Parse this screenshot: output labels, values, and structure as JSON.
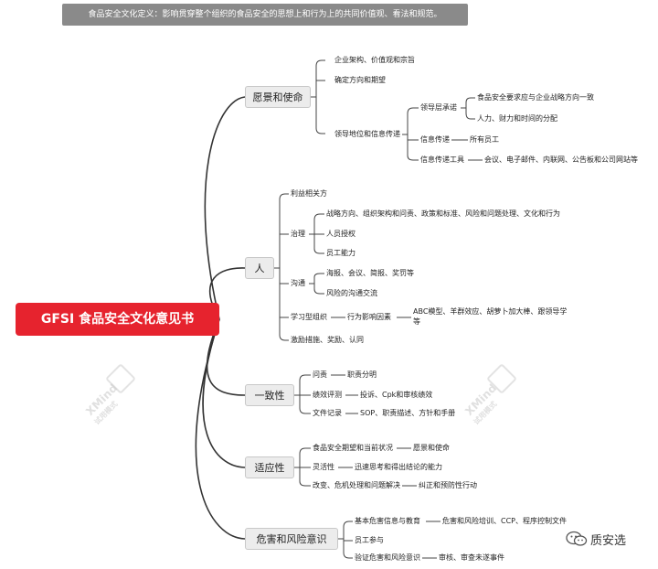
{
  "banner": "食品安全文化定义：影响贯穿整个组织的食品安全的思想上和行为上的共同价值观、看法和规范。",
  "central": "GFSI 食品安全文化意见书",
  "branches": {
    "vision": {
      "label": "愿景和使命",
      "c1": "企业架构、价值观和宗旨",
      "c2": "确定方向和期望",
      "c3": "领导地位和信息传递",
      "c3a": "领导层承诺",
      "c3a1": "食品安全要求应与企业战略方向一致",
      "c3a2": "人力、财力和时间的分配",
      "c3b": "信息传递",
      "c3b1": "所有员工",
      "c3c": "信息传递工具",
      "c3c1": "会议、电子邮件、内联网、公告板和公司网站等"
    },
    "people": {
      "label": "人",
      "c1": "利益相关方",
      "c2": "治理",
      "c2a": "战略方向、组织架构和问责、政策和标准、风险和问题处理、文化和行为",
      "c2b": "人员授权",
      "c2c": "员工能力",
      "c3": "沟通",
      "c3a": "海报、会议、简报、奖罚等",
      "c3b": "风险的沟通交流",
      "c4": "学习型组织",
      "c4a": "行为影响因素",
      "c4a1_line1": "ABC模型、羊群效应、胡萝卜加大棒、跟领导学",
      "c4a1_line2": "等",
      "c5": "激励措施、奖励、认同"
    },
    "consistency": {
      "label": "一致性",
      "c1": "问责",
      "c1a": "职责分明",
      "c2": "绩效评测",
      "c2a": "投诉、Cpk和审核绩效",
      "c3": "文件记录",
      "c3a": "SOP、职责描述、方针和手册"
    },
    "adaptability": {
      "label": "适应性",
      "c1": "食品安全期望和当前状况",
      "c1a": "愿景和使命",
      "c2": "灵活性",
      "c2a": "迅速思考和得出结论的能力",
      "c3": "改变、危机处理和问题解决",
      "c3a": "纠正和预防性行动"
    },
    "hazard": {
      "label": "危害和风险意识",
      "c1": "基本危害信息与教育",
      "c1a": "危害和风险培训、CCP、程序控制文件",
      "c2": "员工参与",
      "c3": "验证危害和风险意识",
      "c3a": "审核、审查未遂事件"
    }
  },
  "watermarks": {
    "brand": "XMind",
    "sub": "试用模式"
  },
  "footer": {
    "wechat_name": "质安选"
  },
  "colors": {
    "central": "#e6232e",
    "line": "#333333",
    "banner": "#8a8a8a"
  }
}
